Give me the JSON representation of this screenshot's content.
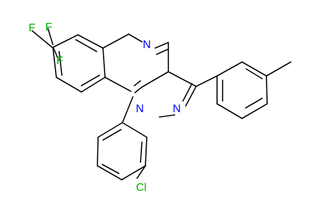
{
  "colors": {
    "bond": "#000000",
    "carbon_text": "#000000",
    "nitrogen": "#0000ff",
    "fluorine": "#00b000",
    "chlorine": "#00b000"
  },
  "atoms": [
    {
      "id": "f1",
      "label": "F",
      "color": "fluorine"
    },
    {
      "id": "f2",
      "label": "F",
      "color": "fluorine"
    },
    {
      "id": "f3",
      "label": "F",
      "color": "fluorine"
    },
    {
      "id": "n-quinoline",
      "label": "N",
      "color": "nitrogen"
    },
    {
      "id": "n1-pyrazole",
      "label": "N",
      "color": "nitrogen"
    },
    {
      "id": "n2-pyrazole",
      "label": "N",
      "color": "nitrogen"
    },
    {
      "id": "cl",
      "label": "Cl",
      "color": "chlorine"
    }
  ]
}
